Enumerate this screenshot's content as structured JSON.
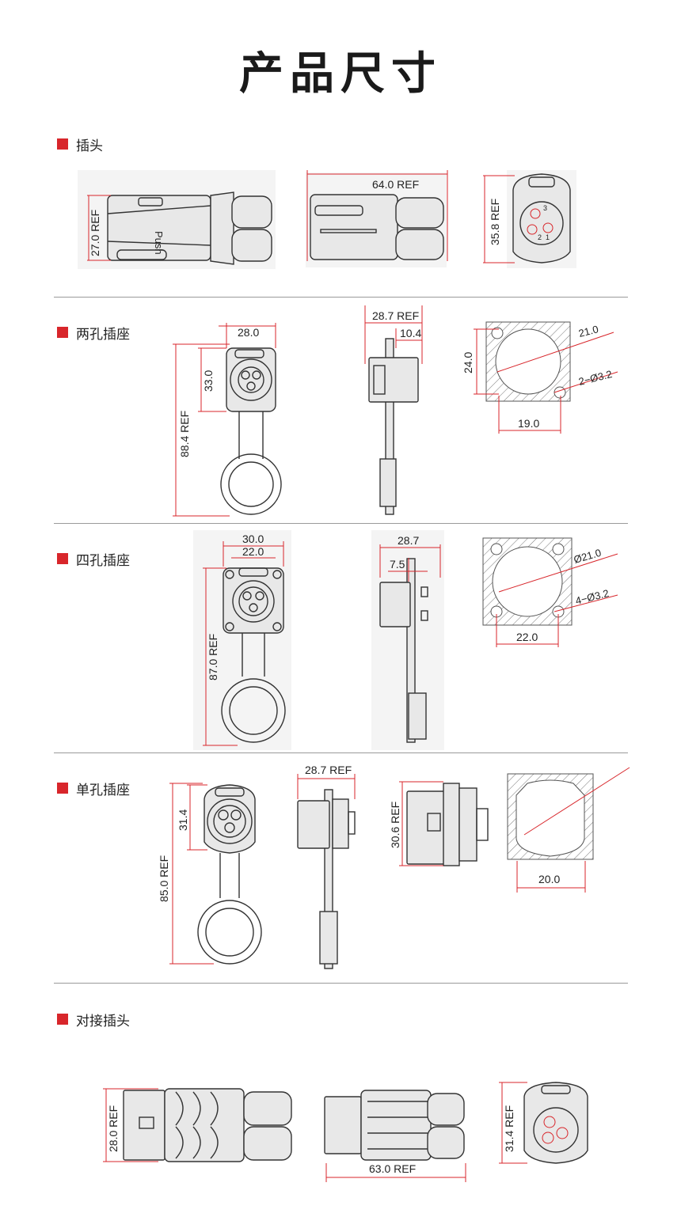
{
  "page_title": "产品尺寸",
  "sections": [
    {
      "label": "插头"
    },
    {
      "label": "两孔插座"
    },
    {
      "label": "四孔插座"
    },
    {
      "label": "单孔插座"
    },
    {
      "label": "对接插头"
    }
  ],
  "plug": {
    "height": "27.0 REF",
    "length": "64.0 REF",
    "face": "35.8 REF",
    "push": "Push",
    "pins": [
      "3",
      "2",
      "1"
    ]
  },
  "two_hole": {
    "width": "28.0",
    "height": "33.0",
    "total": "88.4 REF",
    "depth": "28.7 REF",
    "flange": "10.4",
    "cut_dia": "21.0",
    "cut_h": "24.0",
    "holes": "2−Ø3.2",
    "pitch": "19.0"
  },
  "four_hole": {
    "width": "30.0",
    "inner": "22.0",
    "total": "87.0 REF",
    "depth": "28.7",
    "flange": "7.5",
    "cut_dia": "Ø21.0",
    "holes": "4−Ø3.2",
    "pitch": "22.0"
  },
  "single_hole": {
    "height": "31.4",
    "total": "85.0 REF",
    "depth": "28.7 REF",
    "side": "30.6 REF",
    "pitch": "20.0"
  },
  "mating": {
    "height": "28.0 REF",
    "length": "63.0 REF",
    "face": "31.4 REF"
  }
}
